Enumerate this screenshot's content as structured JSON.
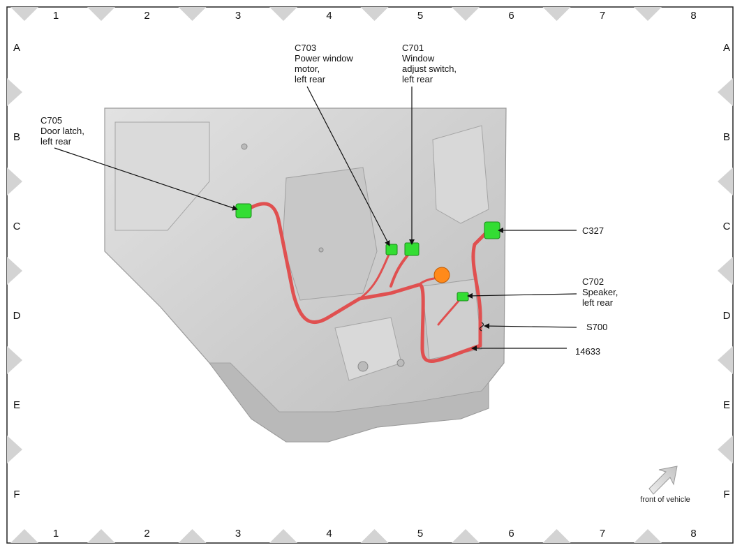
{
  "grid": {
    "columns": [
      "1",
      "2",
      "3",
      "4",
      "5",
      "6",
      "7",
      "8"
    ],
    "rows": [
      "A",
      "B",
      "C",
      "D",
      "E",
      "F"
    ]
  },
  "callouts": {
    "c705": {
      "id": "C705",
      "line1": "Door latch,",
      "line2": "left rear"
    },
    "c703": {
      "id": "C703",
      "line1": "Power window",
      "line2": "motor,",
      "line3": "left rear"
    },
    "c701": {
      "id": "C701",
      "line1": "Window",
      "line2": "adjust switch,",
      "line3": "left rear"
    },
    "c327": {
      "id": "C327"
    },
    "c702": {
      "id": "C702",
      "line1": "Speaker,",
      "line2": "left rear"
    },
    "s700": {
      "id": "S700"
    },
    "harness": {
      "id": "14633"
    }
  },
  "orientation": {
    "label": "front of vehicle",
    "icon": "front-arrow-icon"
  },
  "colors": {
    "connector": "#33dd33",
    "wire": "#e05050",
    "grommet": "#ff8a1a",
    "panel": "#d4d4d4",
    "border_marker": "#d3d3d3"
  }
}
